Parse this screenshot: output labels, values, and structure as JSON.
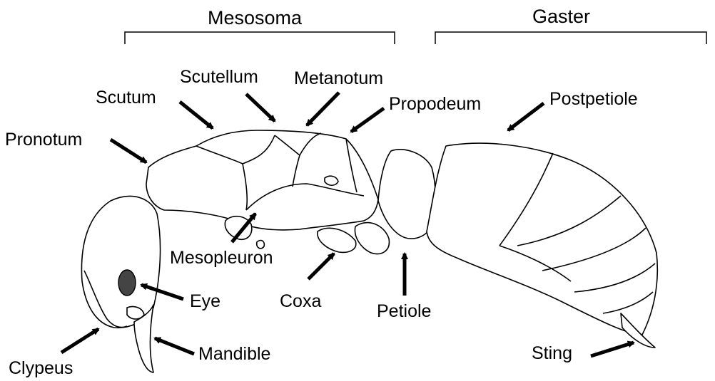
{
  "groups": {
    "mesosoma": "Mesosoma",
    "gaster": "Gaster"
  },
  "labels": {
    "scutellum": "Scutellum",
    "metanotum": "Metanotum",
    "scutum": "Scutum",
    "propodeum": "Propodeum",
    "postpetiole": "Postpetiole",
    "pronotum": "Pronotum",
    "mesopleuron": "Mesopleuron",
    "eye": "Eye",
    "coxa": "Coxa",
    "petiole": "Petiole",
    "clypeus": "Clypeus",
    "mandible": "Mandible",
    "sting": "Sting"
  },
  "colors": {
    "ink": "#000000",
    "paper": "#ffffff",
    "eye_fill": "#444444"
  }
}
